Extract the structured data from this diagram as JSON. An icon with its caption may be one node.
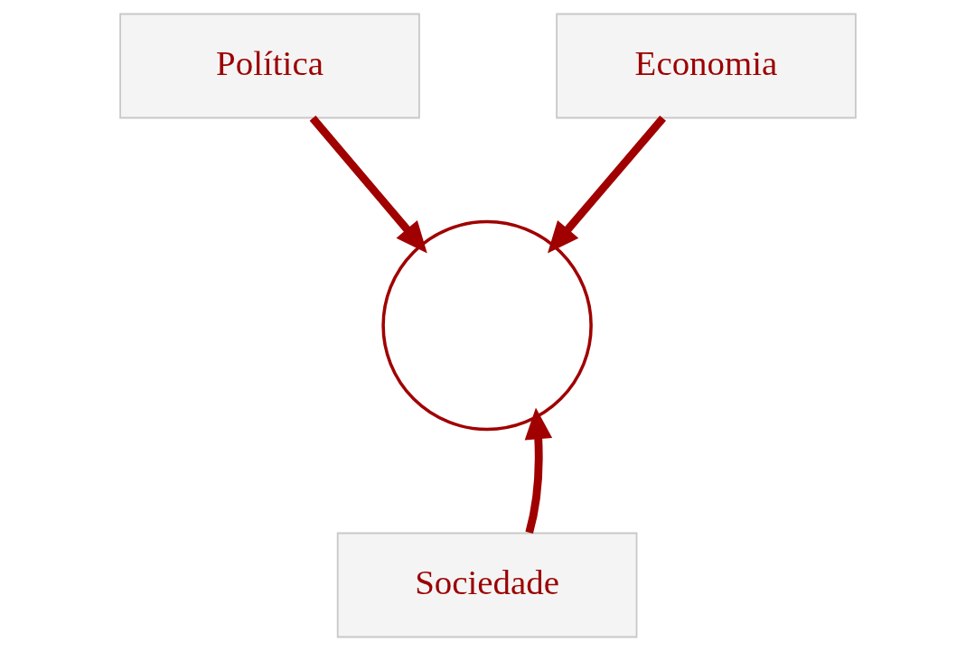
{
  "diagram": {
    "nodes": [
      {
        "text": [
          "Política"
        ]
      },
      {
        "text": [
          "Economia"
        ]
      },
      {
        "text": [],
        "shape": "circle"
      },
      {
        "text": [
          "Sociedade"
        ]
      }
    ],
    "edges": [
      {
        "from": 0,
        "to": 2,
        "arrow": "to"
      },
      {
        "from": 1,
        "to": 2,
        "arrow": "to"
      },
      {
        "from": 3,
        "to": 2,
        "arrow": "to"
      }
    ]
  }
}
